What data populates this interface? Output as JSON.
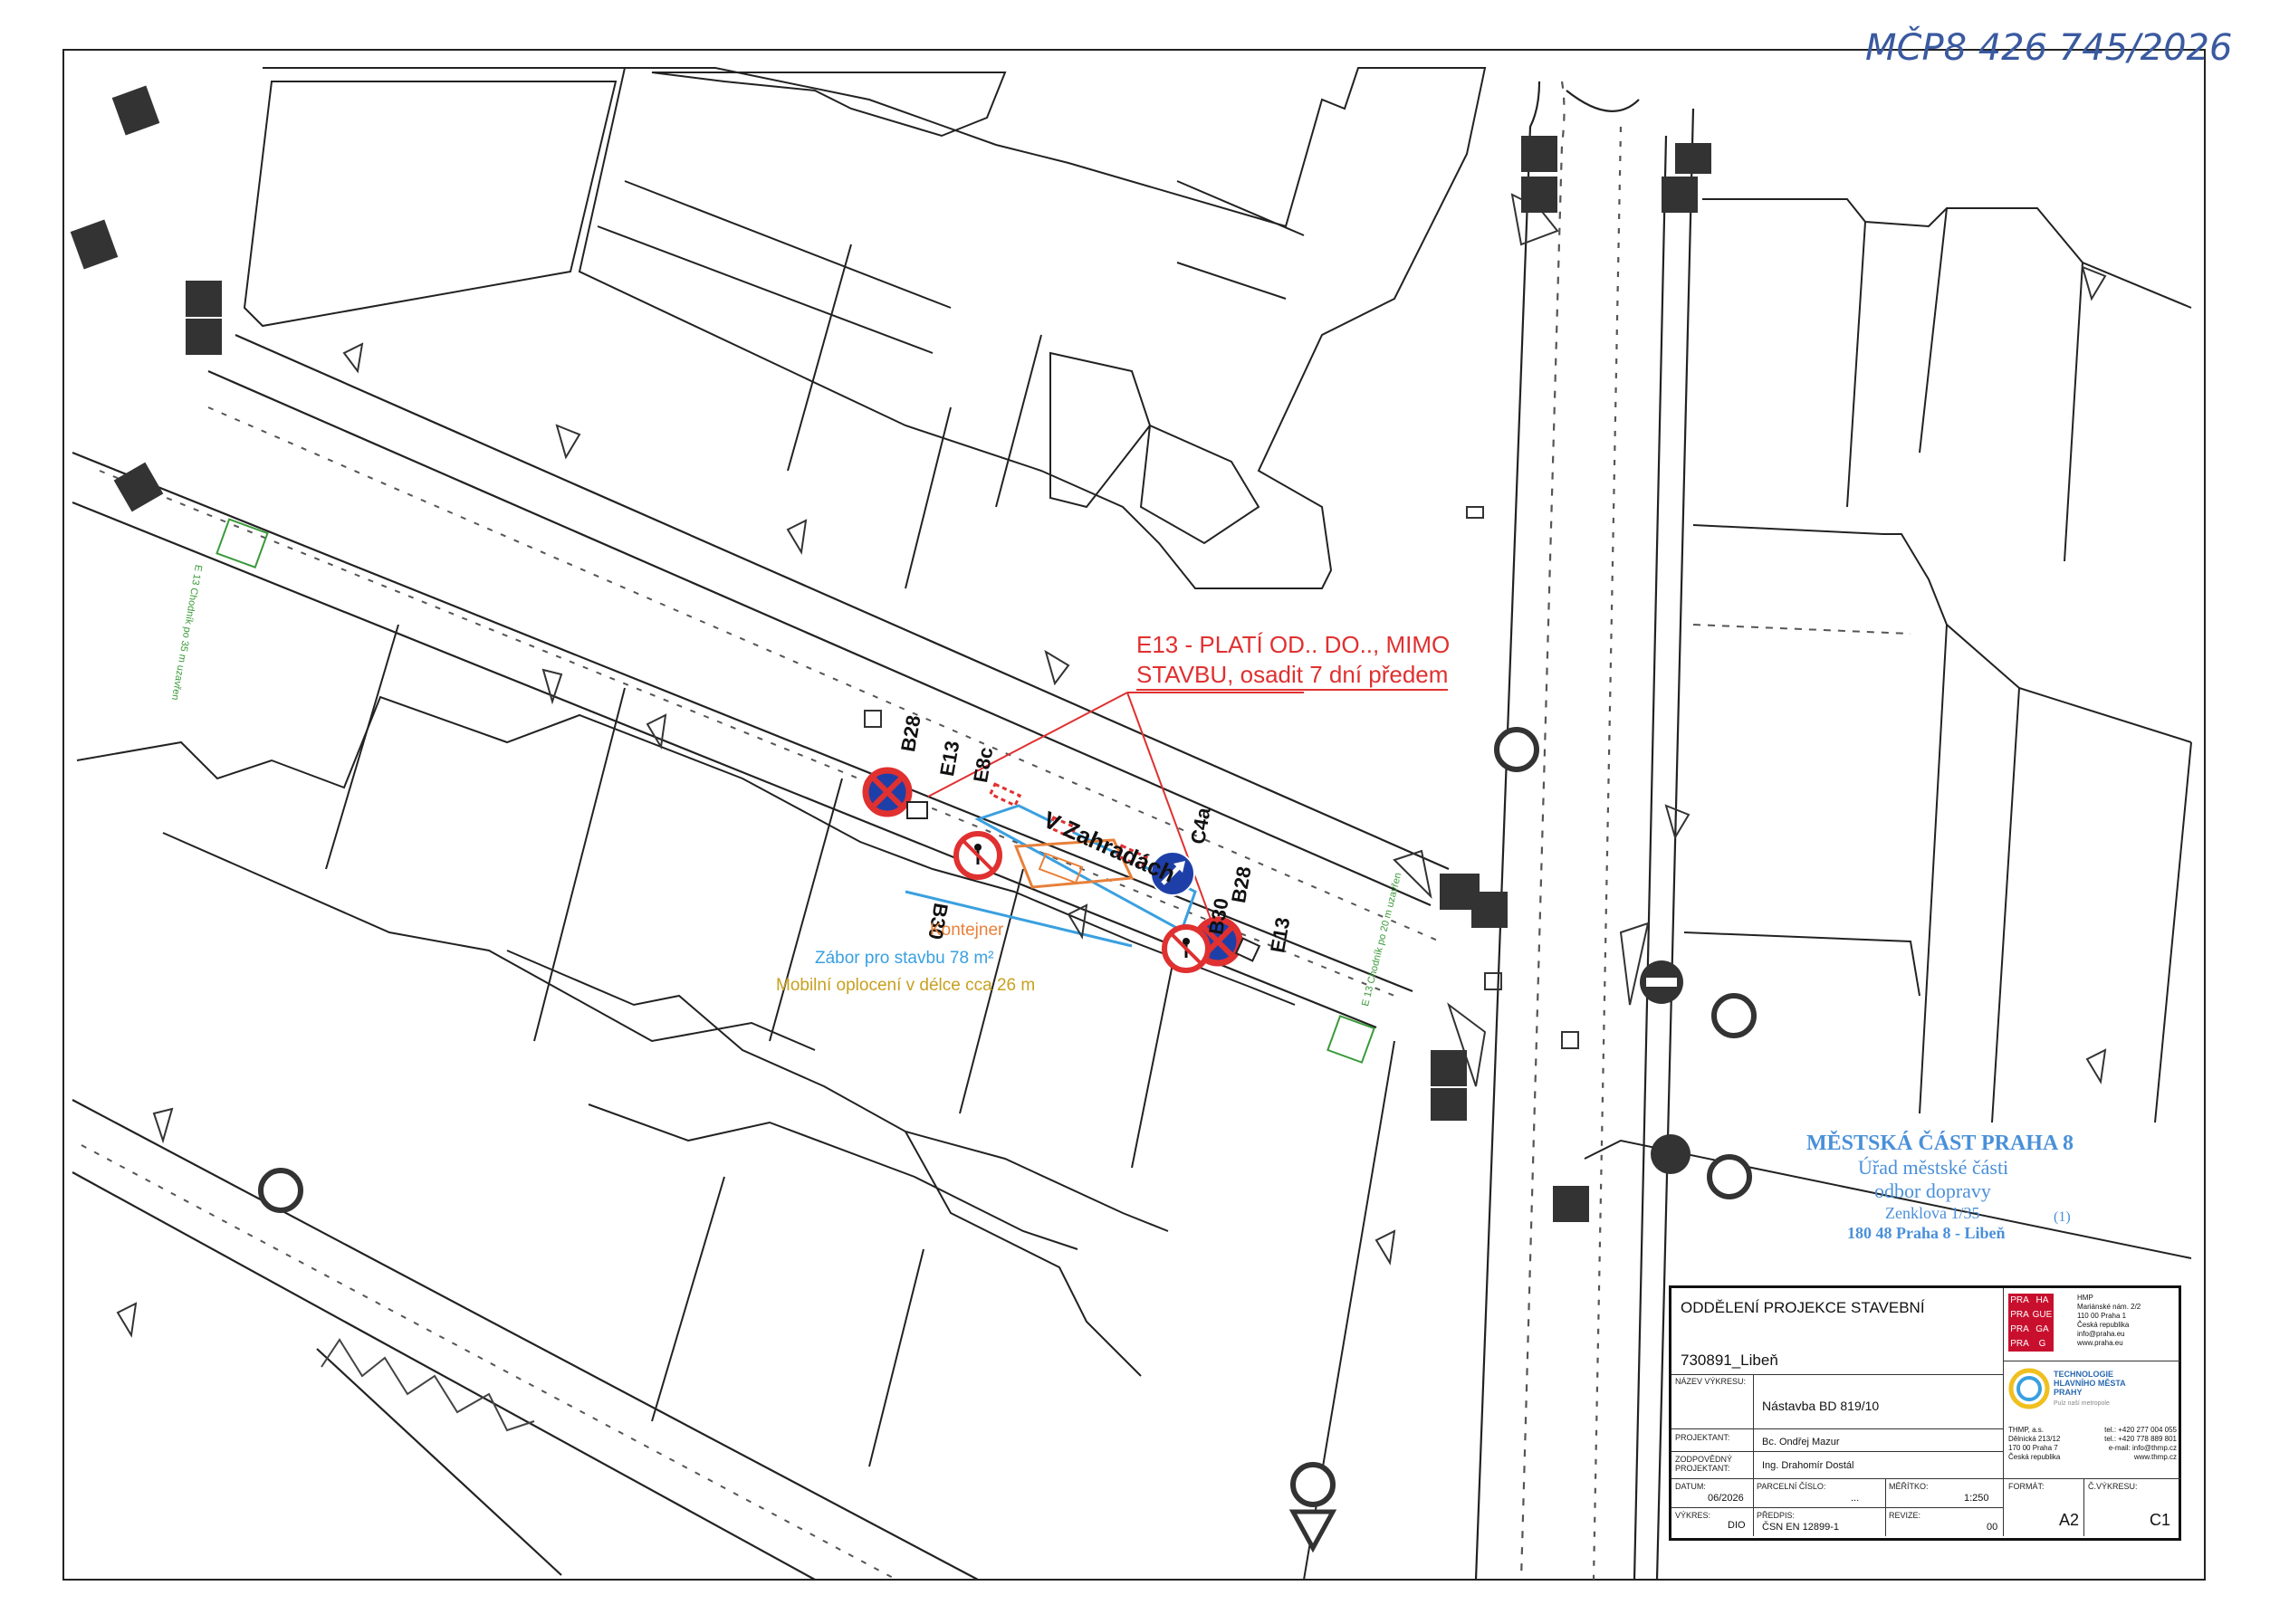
{
  "handwritten_ref": "MČP8 426 745/2026",
  "street_name": "V Zahradách",
  "callout": {
    "line1": "E13 - PLATÍ OD.. DO.., MIMO",
    "line2": "STAVBU, osadit 7 dní předem",
    "color": "#e03030"
  },
  "sign_codes": {
    "b28_left": "B28",
    "e13_left": "E13",
    "e8c": "E8c",
    "b30_left": "B30",
    "c4a": "C4a",
    "b28_right": "B28",
    "b30_right": "B30",
    "e13_right": "E13"
  },
  "zone_labels": {
    "container": "Kontejner",
    "container_color": "#e8803a",
    "occupation": "Zábor pro stavbu 78 m²",
    "occupation_color": "#3aa0e0",
    "fence": "Mobilní oplocení v délce cca 26 m",
    "fence_color": "#c8a020"
  },
  "green_notes": {
    "left": "E 13 Chodník po 35 m uzavřen",
    "right": "E 13 Chodník po 20 m uzavřen",
    "color": "#3a9a3a"
  },
  "stamp": {
    "line1": "MĚSTSKÁ ČÁST PRAHA 8",
    "line2": "Úřad městské části",
    "line3": "odbor dopravy",
    "line4": "Zenklova 1/35",
    "line4_suffix": "(1)",
    "line5": "180 48 Praha 8 - Libeň",
    "color": "#4a90d9"
  },
  "title_block": {
    "department": "ODDĚLENÍ PROJEKCE STAVEBNÍ",
    "project_code": "730891_Libeň",
    "drawing_name_label": "NÁZEV VÝKRESU:",
    "drawing_name": "Nástavba BD 819/10",
    "designer_label": "PROJEKTANT:",
    "designer": "Bc. Ondřej Mazur",
    "responsible_label": "ZODPOVĚDNÝ PROJEKTANT:",
    "responsible": "Ing. Drahomír Dostál",
    "date_label": "DATUM:",
    "date": "06/2026",
    "parcel_label": "PARCELNÍ ČÍSLO:",
    "parcel": "...",
    "scale_label": "MĚŘÍTKO:",
    "scale": "1:250",
    "drawing_label": "VÝKRES:",
    "drawing": "DIO",
    "regulation_label": "PŘEDPIS:",
    "regulation": "ČSN EN 12899-1",
    "revision_label": "REVIZE:",
    "revision": "00",
    "format_label": "FORMÁT:",
    "format": "A2",
    "sheet_label": "Č.VÝKRESU:",
    "sheet": "C1",
    "praha_logo": [
      "PRA",
      "HA",
      "PRA",
      "GUE",
      "PRA",
      "GA",
      "PRA",
      "G"
    ],
    "hmp_address": [
      "HMP",
      "Mariánské nám. 2/2",
      "110 00 Praha 1",
      "Česká republika",
      "info@praha.eu",
      "www.praha.eu"
    ],
    "thmp_name": [
      "TECHNOLOGIE",
      "HLAVNÍHO MĚSTA",
      "PRAHY"
    ],
    "thmp_tagline": "Pulz naší metropole",
    "thmp_address": [
      "THMP, a.s.",
      "Dělnická 213/12",
      "170 00 Praha 7",
      "Česká republika"
    ],
    "thmp_contact": [
      "tel.: +420 277 004 055",
      "tel.: +420 778 889 801",
      "e-mail: info@thmp.cz",
      "www.thmp.cz"
    ],
    "logo_red": "#c8102e"
  }
}
